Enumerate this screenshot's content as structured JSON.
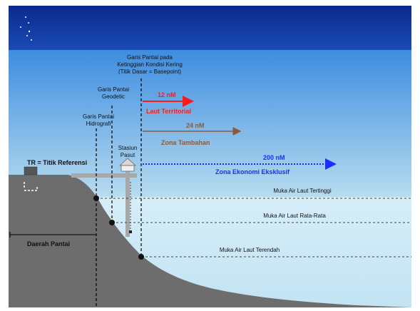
{
  "labels": {
    "basepoint": [
      "Garis Pantai pada",
      "Ketinggian Kondisi Kering",
      "(Titik Dasar = Basepoint)"
    ],
    "geodetic": [
      "Garis Pantai",
      "Geodetic"
    ],
    "hidrografi": [
      "Garis Pantai",
      "Hidrografi"
    ],
    "stasiun": [
      "Stasiun",
      "Pasut"
    ],
    "tr": "TR = Titik Referensi",
    "daerah_pantai": "Daerah Pantai"
  },
  "zones": {
    "territorial": {
      "distance": "12  nM",
      "name": "Laut Territorial",
      "color": "#ff1a1a"
    },
    "tambahan": {
      "distance": "24  nM",
      "name": "Zona Tambahan",
      "color": "#8b5a3c"
    },
    "eksklusif": {
      "distance": "200  nM",
      "name": "Zona Ekonomi Eksklusif",
      "color": "#1a2fff"
    }
  },
  "water_levels": {
    "tertinggi": "Muka Air Laut Tertinggi",
    "rata_rata": "Muka Air Laut Rata-Rata",
    "terendah": "Muka Air Laut Terendah"
  },
  "colors": {
    "sky_top": "#3d8de0",
    "sky_bottom": "#b8dcef",
    "sea": "#cde9f6",
    "land": "#6d6d6d",
    "page_bg": "#0d2a8a"
  }
}
